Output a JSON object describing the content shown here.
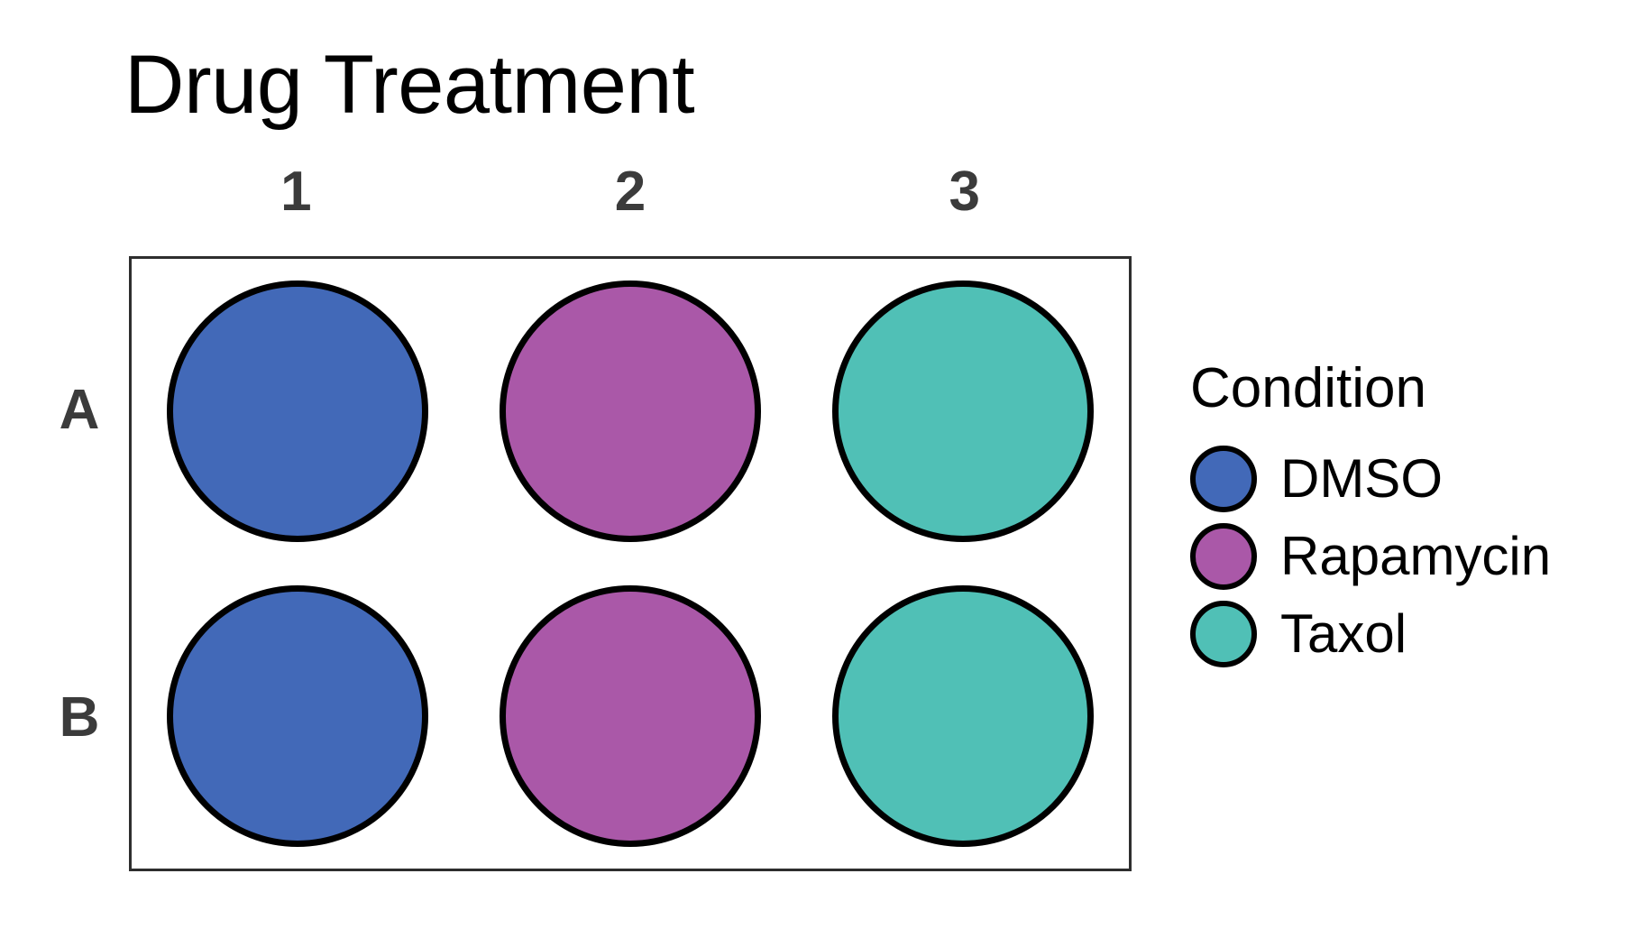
{
  "chart_data": {
    "type": "heatmap",
    "title": "Drug Treatment",
    "xlabel": "",
    "ylabel": "",
    "grid": false,
    "legend_position": "right",
    "columns": [
      "1",
      "2",
      "3"
    ],
    "rows": [
      "A",
      "B"
    ],
    "legend": {
      "title": "Condition",
      "entries": [
        {
          "label": "DMSO",
          "color": "#4269b8"
        },
        {
          "label": "Rapamycin",
          "color": "#aa58a8"
        },
        {
          "label": "Taxol",
          "color": "#50c0b6"
        }
      ]
    },
    "wells": [
      {
        "row": "A",
        "column": "1",
        "condition": "DMSO",
        "color": "#4269b8"
      },
      {
        "row": "A",
        "column": "2",
        "condition": "Rapamycin",
        "color": "#aa58a8"
      },
      {
        "row": "A",
        "column": "3",
        "condition": "Taxol",
        "color": "#50c0b6"
      },
      {
        "row": "B",
        "column": "1",
        "condition": "DMSO",
        "color": "#4269b8"
      },
      {
        "row": "B",
        "column": "2",
        "condition": "Rapamycin",
        "color": "#aa58a8"
      },
      {
        "row": "B",
        "column": "3",
        "condition": "Taxol",
        "color": "#50c0b6"
      }
    ]
  },
  "title": "Drug Treatment",
  "col_headers": [
    "1",
    "2",
    "3"
  ],
  "row_headers": [
    "A",
    "B"
  ],
  "legend": {
    "title": "Condition",
    "items": [
      {
        "label": "DMSO",
        "color": "#4269b8"
      },
      {
        "label": "Rapamycin",
        "color": "#aa58a8"
      },
      {
        "label": "Taxol",
        "color": "#50c0b6"
      }
    ]
  },
  "colors": {
    "dmso": "#4269b8",
    "rapamycin": "#aa58a8",
    "taxol": "#50c0b6",
    "panel_border": "#2e2e2e",
    "well_outline": "#000000",
    "axis_label": "#3b3b3b",
    "background": "#ffffff"
  },
  "wells": {
    "A": [
      {
        "color": "#4269b8",
        "condition": "DMSO"
      },
      {
        "color": "#aa58a8",
        "condition": "Rapamycin"
      },
      {
        "color": "#50c0b6",
        "condition": "Taxol"
      }
    ],
    "B": [
      {
        "color": "#4269b8",
        "condition": "DMSO"
      },
      {
        "color": "#aa58a8",
        "condition": "Rapamycin"
      },
      {
        "color": "#50c0b6",
        "condition": "Taxol"
      }
    ]
  }
}
